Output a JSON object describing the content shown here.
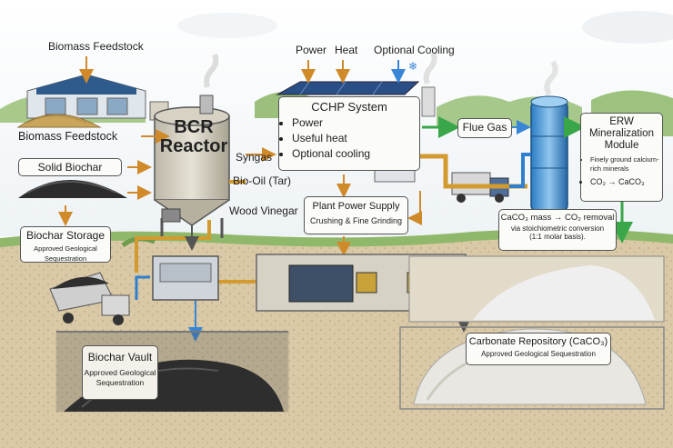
{
  "labels": {
    "biomass_feedstock_top": "Biomass Feedstock",
    "biomass_feedstock": "Biomass Feedstock",
    "solid_biochar": "Solid Biochar",
    "syngas": "Syngas",
    "bio_oil": "Bio-Oil (Tar)",
    "wood_vinegar": "Wood Vinegar",
    "power": "Power",
    "heat": "Heat",
    "optional_cooling": "Optional Cooling",
    "flue_gas": "Flue Gas"
  },
  "reactor": {
    "line1": "BCR",
    "line2": "Reactor"
  },
  "cchp": {
    "title": "CCHP System",
    "items": [
      "Power",
      "Useful heat",
      "Optional cooling"
    ]
  },
  "erw": {
    "line1": "ERW",
    "line2": "Mineralization",
    "line3": "Module",
    "items": [
      "Finely ground calcium-rich minerals",
      "CO₂ → CaCO₃"
    ]
  },
  "plant": {
    "title": "Plant Power Supply",
    "subtitle": "Crushing & Fine Grinding"
  },
  "caco3_note": {
    "line1": "CaCO₃ mass → CO₂ removal",
    "line2": "via stoichiometric conversion",
    "line3": "(1:1 molar basis)."
  },
  "storage": {
    "title": "Biochar Storage",
    "subtitle": "Approved Geological Sequestration"
  },
  "vault": {
    "title": "Biochar Vault",
    "sub1": "Approved Geological",
    "sub2": "Sequestration"
  },
  "repository": {
    "title": "Carbonate Repository (CaCO₃)",
    "subtitle": "Approved Geological Sequestration"
  },
  "colors": {
    "flow_orange": "#d08a2a",
    "flow_blue": "#3a86d6",
    "flow_green": "#3aa64a"
  }
}
